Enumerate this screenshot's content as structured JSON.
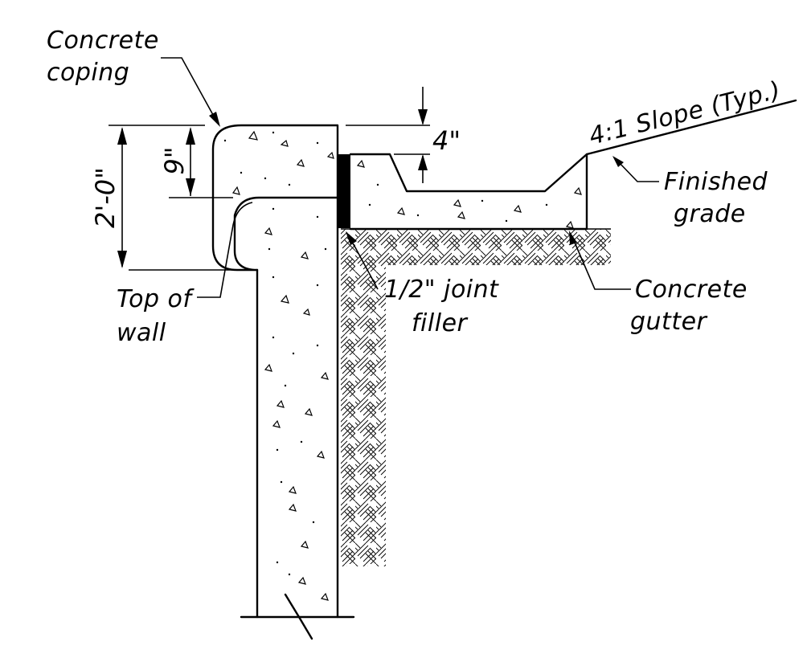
{
  "diagram": {
    "labels": {
      "concrete_coping_1": "Concrete",
      "concrete_coping_2": "coping",
      "top_of_wall_1": "Top of",
      "top_of_wall_2": "wall",
      "joint_filler_1": "1/2\" joint",
      "joint_filler_2": "filler",
      "slope": "4:1 Slope (Typ.)",
      "finished_grade_1": "Finished",
      "finished_grade_2": "grade",
      "concrete_gutter_1": "Concrete",
      "concrete_gutter_2": "gutter"
    },
    "dimensions": {
      "overall_height": "2'-0\"",
      "coping_depth": "9\"",
      "gutter_drop": "4\""
    },
    "colors": {
      "line": "#000000",
      "background": "#ffffff"
    }
  }
}
